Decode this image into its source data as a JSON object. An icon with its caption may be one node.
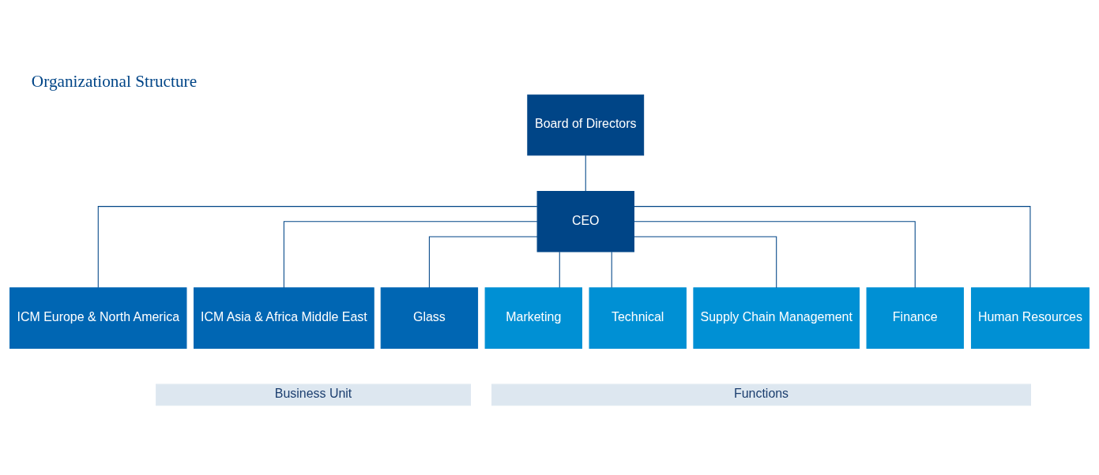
{
  "diagram": {
    "title": "Organizational Structure",
    "nodes": [
      {
        "text": [
          "Board of Directors"
        ]
      },
      {
        "text": [
          "CEO"
        ]
      },
      {
        "text": [
          "ICM Europe & North America"
        ]
      },
      {
        "text": [
          "ICM Asia & Africa Middle East"
        ]
      },
      {
        "text": [
          "Glass"
        ]
      },
      {
        "text": [
          "Marketing"
        ]
      },
      {
        "text": [
          "Technical"
        ]
      },
      {
        "text": [
          "Supply Chain Management"
        ]
      },
      {
        "text": [
          "Finance"
        ]
      },
      {
        "text": [
          "Human Resources"
        ]
      },
      {
        "text": [
          "Business Unit"
        ]
      },
      {
        "text": [
          "Functions"
        ]
      }
    ],
    "edges": [
      {
        "from": 0,
        "to": 1,
        "arrow": "none"
      },
      {
        "from": 1,
        "to": 2,
        "arrow": "none"
      },
      {
        "from": 1,
        "to": 3,
        "arrow": "none"
      },
      {
        "from": 1,
        "to": 4,
        "arrow": "none"
      },
      {
        "from": 1,
        "to": 5,
        "arrow": "none"
      },
      {
        "from": 1,
        "to": 6,
        "arrow": "none"
      },
      {
        "from": 1,
        "to": 7,
        "arrow": "none"
      },
      {
        "from": 1,
        "to": 8,
        "arrow": "none"
      },
      {
        "from": 1,
        "to": 9,
        "arrow": "none"
      }
    ]
  }
}
